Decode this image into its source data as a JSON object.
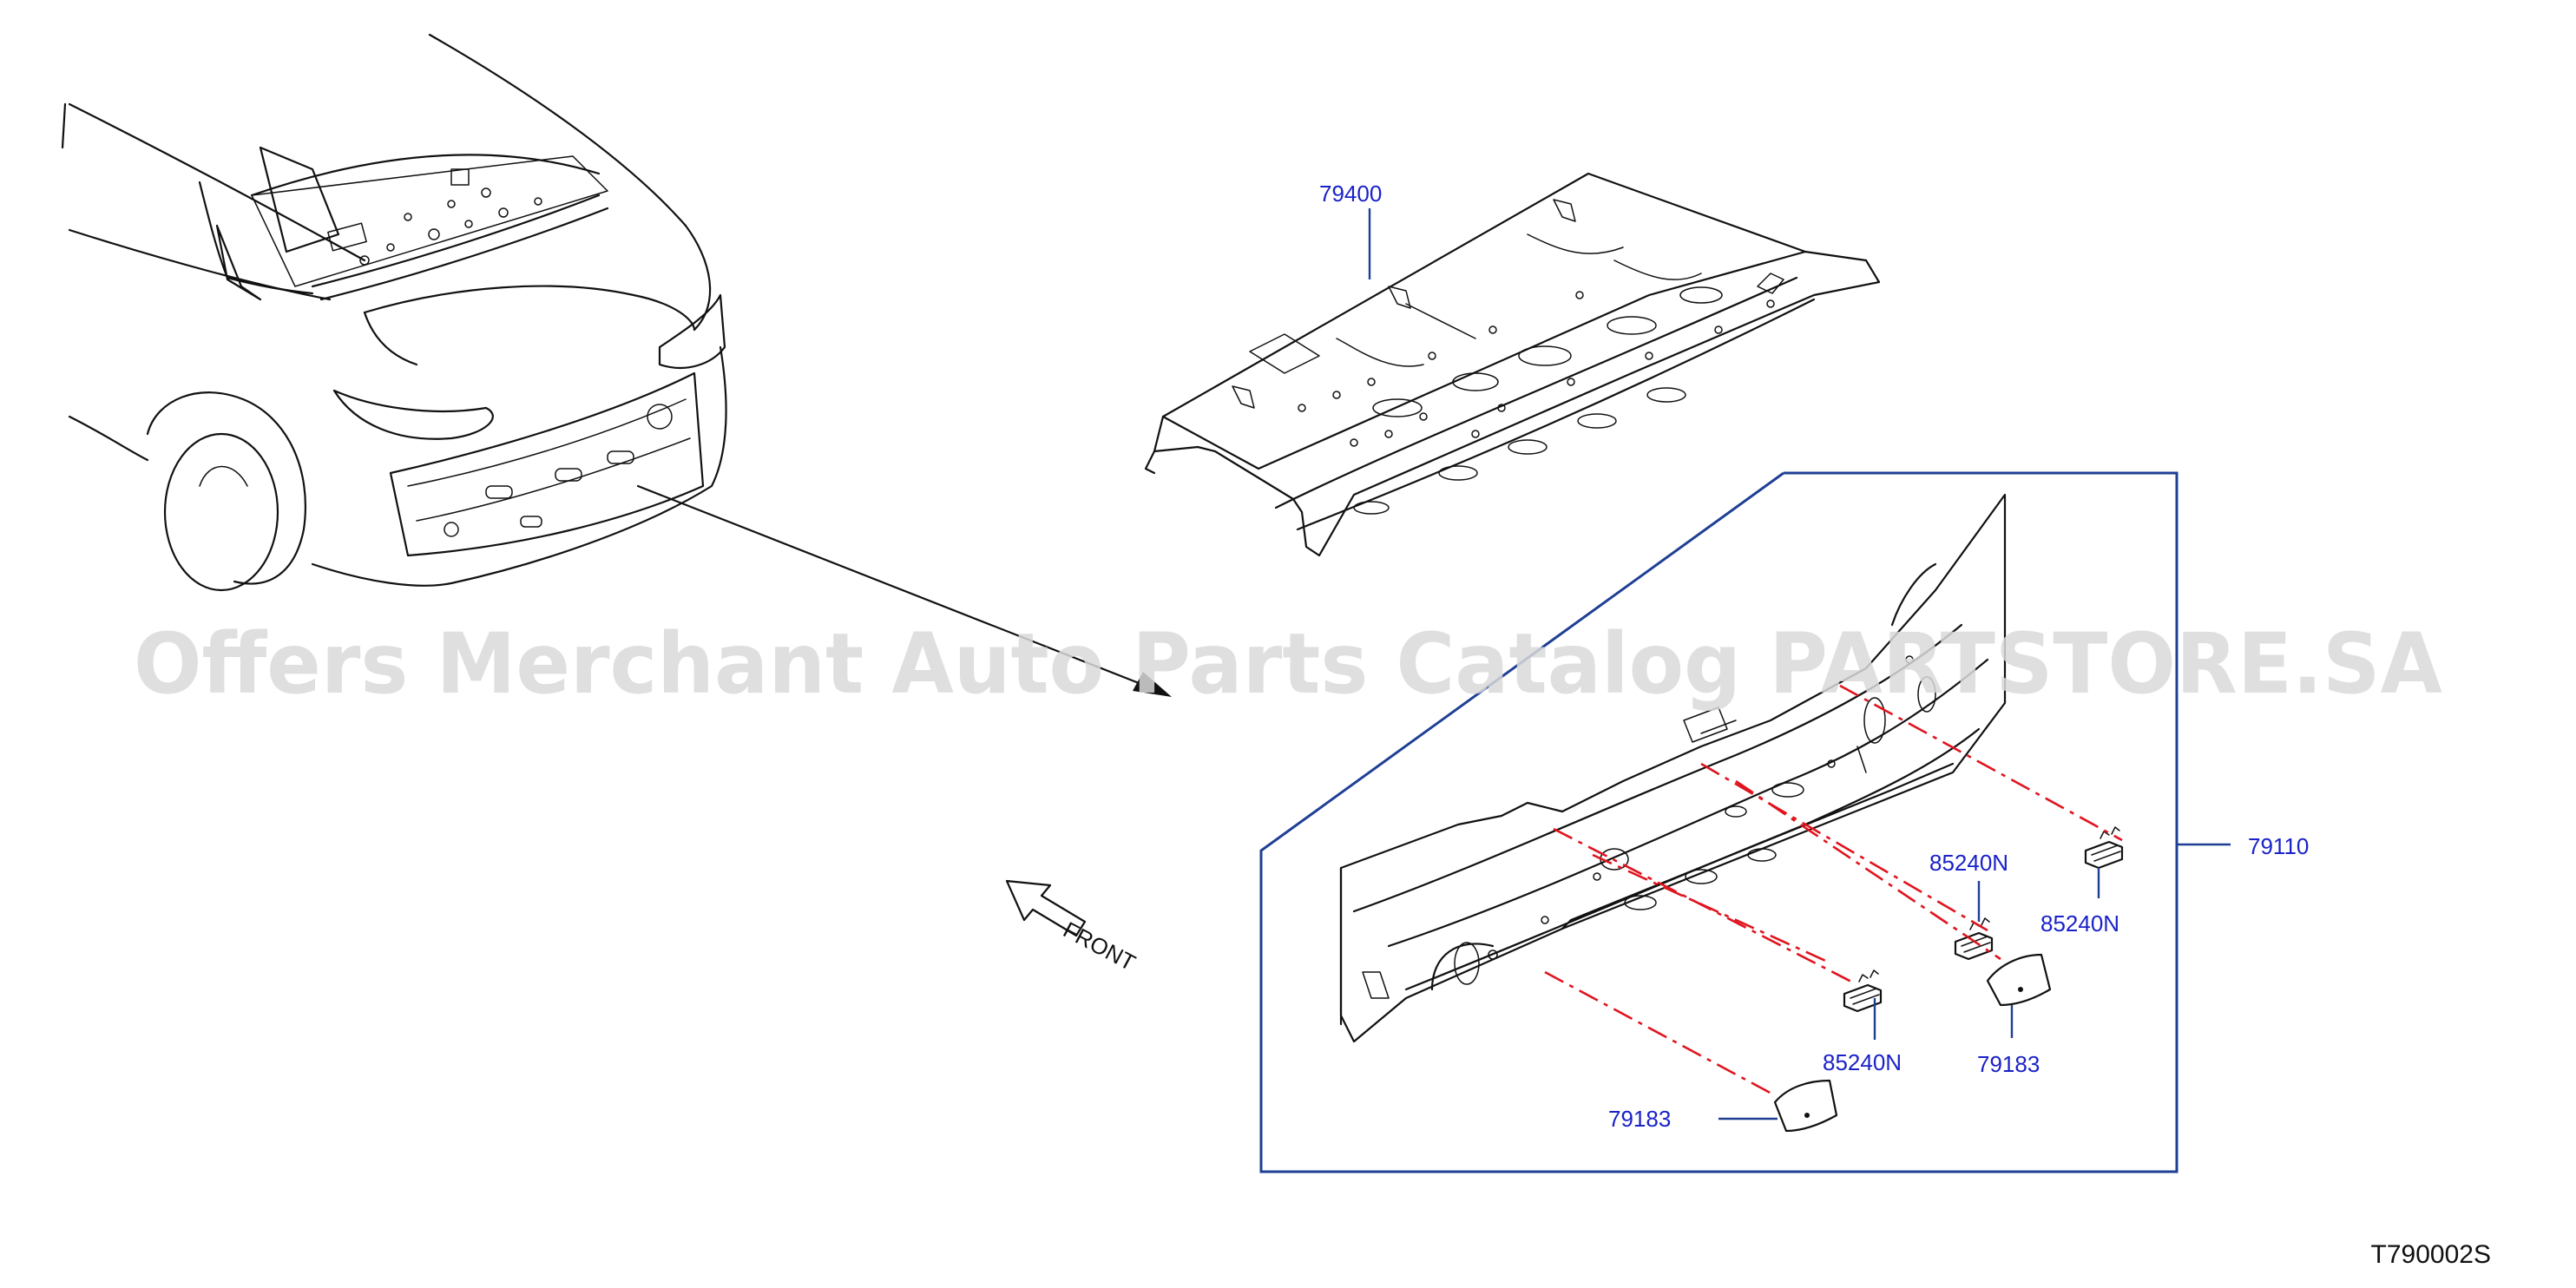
{
  "diagram": {
    "callouts": [
      {
        "id": "c79400",
        "text": "79400"
      },
      {
        "id": "c79110",
        "text": "79110"
      },
      {
        "id": "c85240a",
        "text": "85240N"
      },
      {
        "id": "c85240b",
        "text": "85240N"
      },
      {
        "id": "c85240c",
        "text": "85240N"
      },
      {
        "id": "c79183a",
        "text": "79183"
      },
      {
        "id": "c79183b",
        "text": "79183"
      }
    ],
    "front_label": "FRONT",
    "drawing_code": "T790002S",
    "watermark": "Offers Merchant Auto Parts Catalog PARTSTORE.SA"
  },
  "colors": {
    "callout_text": "#1a22c8",
    "frame_line": "#1f3f95",
    "centerline": "#e0141e",
    "ink": "#111111",
    "watermark": "#d9d9d9"
  }
}
